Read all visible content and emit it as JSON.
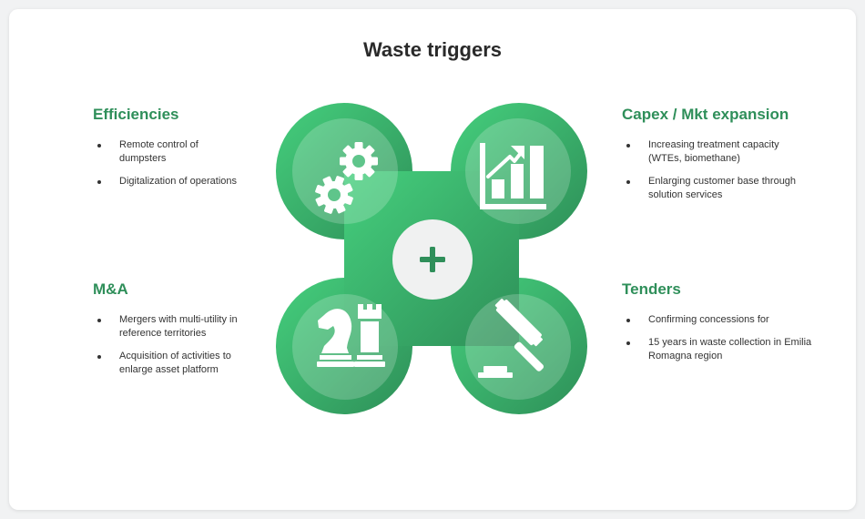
{
  "title": "Waste triggers",
  "colors": {
    "accent_green": "#2f8f5a",
    "petal_light": "#45cf7d",
    "petal_dark": "#2e8f58",
    "center_circle": "#f0f1f1",
    "plus_sign": "#2f8f5a"
  },
  "quadrants": {
    "top_left": {
      "heading": "Efficiencies",
      "icon": "gears-icon",
      "bullets": [
        "Remote control of dumpsters",
        "Digitalization of operations"
      ]
    },
    "top_right": {
      "heading": "Capex / Mkt expansion",
      "icon": "bar-chart-growth-icon",
      "bullets": [
        "Increasing treatment capacity (WTEs, biomethane)",
        "Enlarging customer base through solution services"
      ]
    },
    "bottom_left": {
      "heading": "M&A",
      "icon": "chess-pieces-icon",
      "bullets": [
        "Mergers with multi-utility in reference territories",
        "Acquisition of activities to enlarge asset platform"
      ]
    },
    "bottom_right": {
      "heading": "Tenders",
      "icon": "gavel-icon",
      "bullets": [
        "Confirming concessions for",
        "15 years in waste collection in Emilia Romagna region"
      ]
    }
  },
  "center": {
    "icon": "plus-icon"
  }
}
